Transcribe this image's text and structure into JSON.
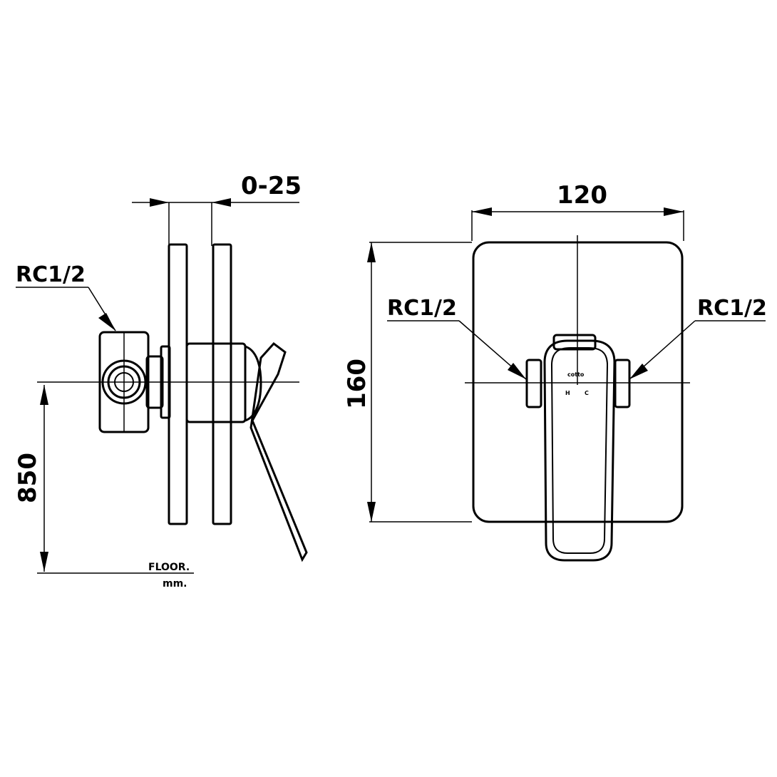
{
  "side_view": {
    "offset_label": "0-25",
    "inlet_label": "RC1/2",
    "height_label": "850",
    "floor_label": "FLOOR.",
    "unit_label": "mm."
  },
  "front_view": {
    "width_label": "120",
    "height_label": "160",
    "inlet_left_label": "RC1/2",
    "inlet_right_label": "RC1/2",
    "brand_text": "cotto",
    "hot_mark": "H",
    "cold_mark": "C"
  },
  "colors": {
    "line": "#000000",
    "background": "#ffffff"
  }
}
